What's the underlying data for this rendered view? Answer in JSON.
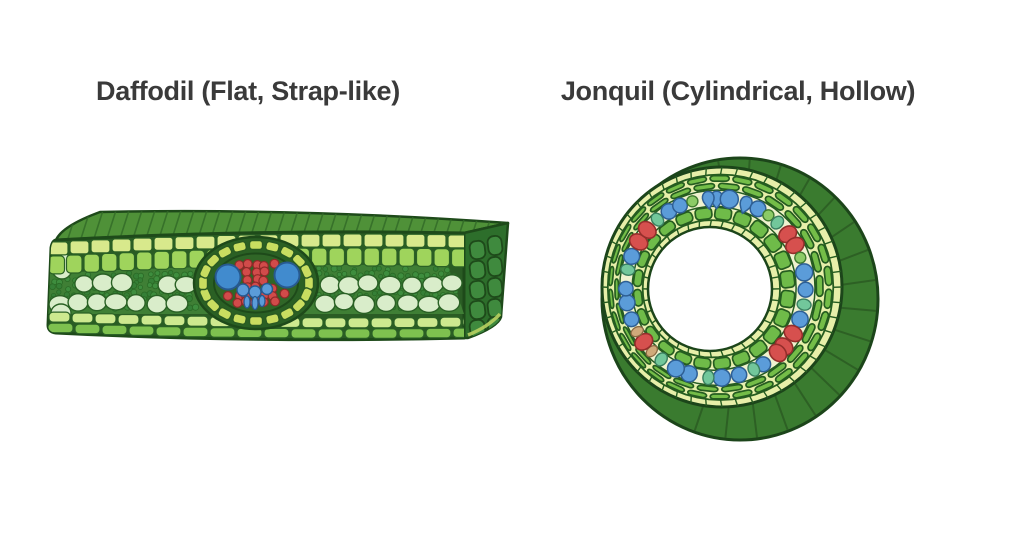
{
  "titles": {
    "daffodil": "Daffodil (Flat, Strap-like)",
    "jonquil": "Jonquil (Cylindrical, Hollow)"
  },
  "palette": {
    "page_bg": "#ffffff",
    "title_color": "#3a3a3a",
    "outline": "#1e4a1a",
    "top_face_green": "#4f9138",
    "top_stripe": "#336c29",
    "side_face_green": "#2d6e2b",
    "side_cell_green": "#3f8a3e",
    "epidermis_yellow": "#d8e98c",
    "palisade_green": "#9fd45c",
    "mesophyll_bg": "#3f7f35",
    "dot_green_a": "#3e8d3e",
    "dot_green_b": "#357f36",
    "dot_stroke": "#2a6a26",
    "mint_cell": "#d9edca",
    "pale_row": "#cde98f",
    "green_row": "#7ec14f",
    "cell_stroke": "#2a6125",
    "bundle_outer": "#2a6024",
    "bundle_sheath_yellow": "#c9dd60",
    "bundle_inner": "#306627",
    "phloem_red": "#d14b4a",
    "phloem_red_stroke": "#8e2a28",
    "xylem_blue": "#418bce",
    "xylem_blue_stroke": "#27598f",
    "xylem_blue_small": "#5b9cd9",
    "jq_back_green": "#3a7b2f",
    "jq_back_stroke": "#1c451a",
    "jq_hatch": "#2a5a22",
    "jq_face_pale": "#e7efa9",
    "jq_band_pale": "#eff2cf",
    "jq_cell_green": "#74bd48",
    "jq_cell_green_inner": "#6fbb49",
    "jq_cell_stroke": "#255c20",
    "vasc_blue": "#5b9cd9",
    "vasc_blue_stroke": "#2e5f94",
    "vasc_red": "#d6504e",
    "vasc_red_stroke": "#942e2b",
    "vasc_teal": "#72c79b",
    "vasc_teal_stroke": "#3a7f60",
    "vasc_green": "#8ccb66",
    "vasc_green_stroke": "#3f7a2f",
    "vasc_tan": "#d0aa7a",
    "vasc_tan_stroke": "#8a6a42",
    "hollow_white": "#ffffff"
  },
  "jonquil_vascular_sequence": [
    {
      "a": 2,
      "t": "drop"
    },
    {
      "a": 10,
      "t": "blue"
    },
    {
      "a": 19,
      "t": "drop"
    },
    {
      "a": 28,
      "t": "blue"
    },
    {
      "a": 36,
      "t": "green"
    },
    {
      "a": 44,
      "t": "teal"
    },
    {
      "a": 53,
      "t": "red"
    },
    {
      "a": 61,
      "t": "red"
    },
    {
      "a": 71,
      "t": "green"
    },
    {
      "a": 81,
      "t": "blue"
    },
    {
      "a": 91,
      "t": "blue"
    },
    {
      "a": 101,
      "t": "teal"
    },
    {
      "a": 111,
      "t": "blue"
    },
    {
      "a": 121,
      "t": "red"
    },
    {
      "a": 129,
      "t": "red"
    },
    {
      "a": 137,
      "t": "red"
    },
    {
      "a": 147,
      "t": "blue"
    },
    {
      "a": 156,
      "t": "teal"
    },
    {
      "a": 166,
      "t": "blue"
    },
    {
      "a": 176,
      "t": "blue"
    },
    {
      "a": 186,
      "t": "teal"
    },
    {
      "a": 196,
      "t": "blue"
    },
    {
      "a": 206,
      "t": "blue"
    },
    {
      "a": 216,
      "t": "teal"
    },
    {
      "a": 225,
      "t": "tan"
    },
    {
      "a": 232,
      "t": "red"
    },
    {
      "a": 240,
      "t": "tan"
    },
    {
      "a": 251,
      "t": "blue"
    },
    {
      "a": 261,
      "t": "blue"
    },
    {
      "a": 271,
      "t": "blue"
    },
    {
      "a": 281,
      "t": "teal"
    },
    {
      "a": 291,
      "t": "blue"
    },
    {
      "a": 301,
      "t": "red"
    },
    {
      "a": 309,
      "t": "red"
    },
    {
      "a": 319,
      "t": "teal"
    },
    {
      "a": 328,
      "t": "blue"
    },
    {
      "a": 337,
      "t": "blue"
    },
    {
      "a": 346,
      "t": "green"
    },
    {
      "a": 354,
      "t": "drop"
    }
  ]
}
